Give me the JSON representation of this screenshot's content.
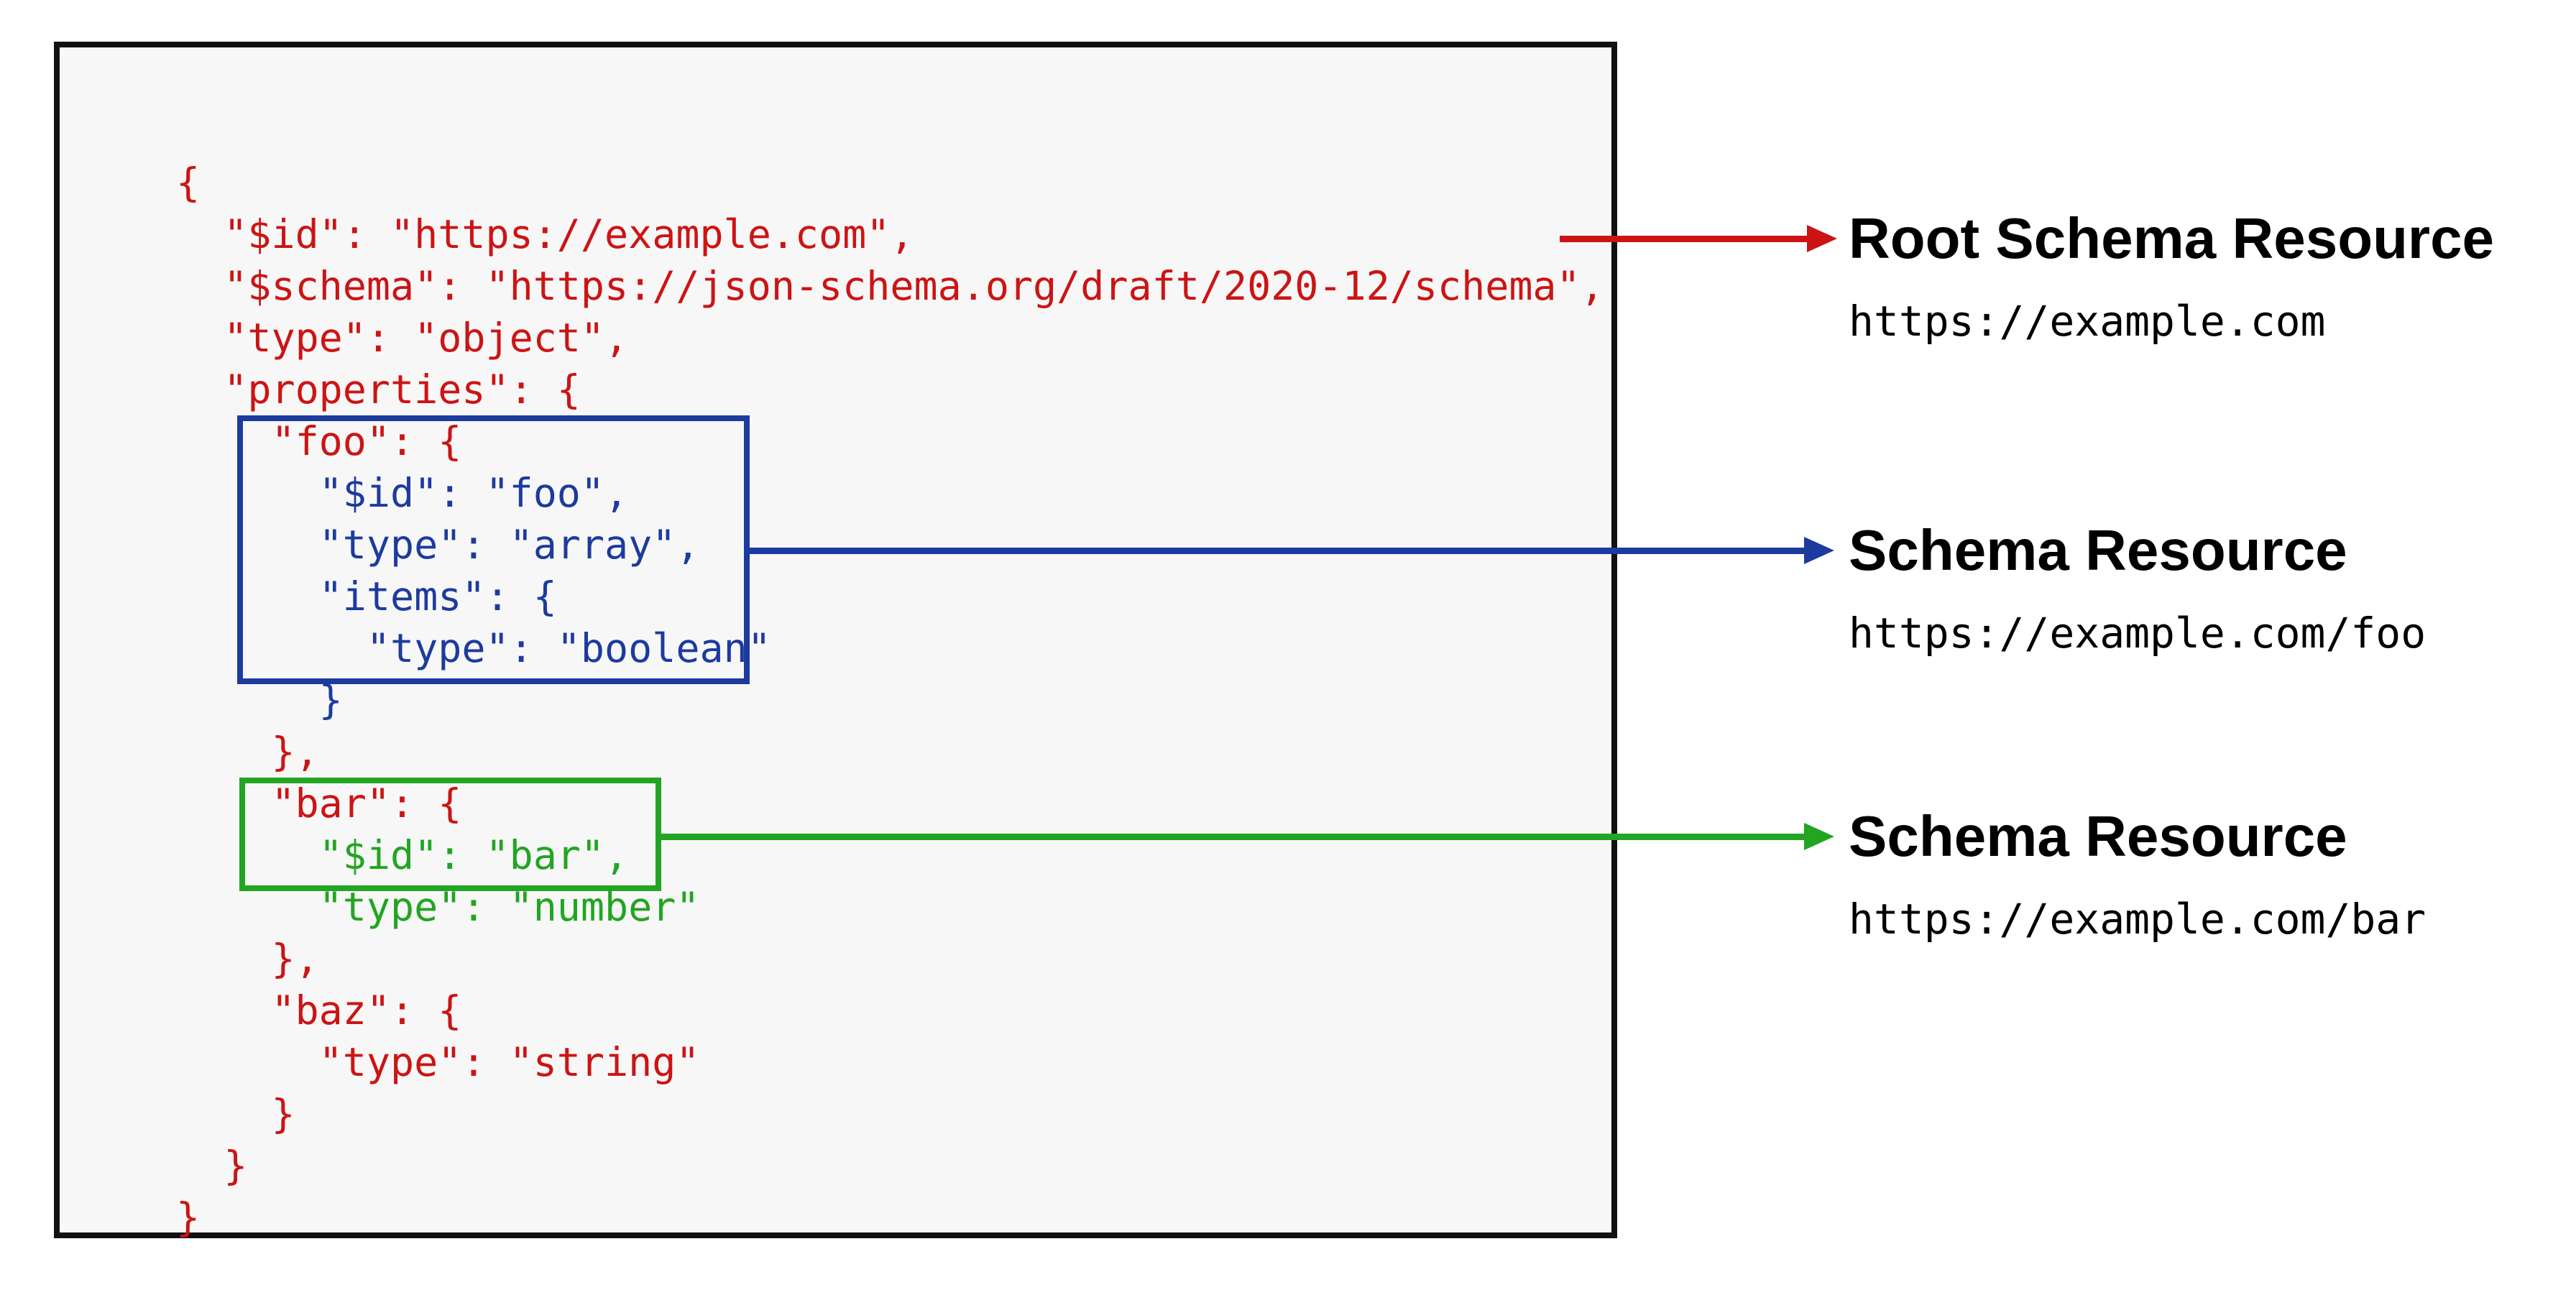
{
  "diagram": {
    "colors": {
      "code_red": "#cc1414",
      "schema_resource_blue": "#1d3b9e",
      "schema_resource_green": "#22a522",
      "panel_background": "#f7f7f7",
      "panel_border": "#111111"
    },
    "code_lines": [
      {
        "text": "{",
        "color": "red"
      },
      {
        "text": "  \"$id\": \"https://example.com\",",
        "color": "red"
      },
      {
        "text": "  \"$schema\": \"https://json-schema.org/draft/2020-12/schema\",",
        "color": "red"
      },
      {
        "text": "  \"type\": \"object\",",
        "color": "red"
      },
      {
        "text": "  \"properties\": {",
        "color": "red"
      },
      {
        "text": "    \"foo\": {",
        "color": "red"
      },
      {
        "text": "      \"$id\": \"foo\",",
        "color": "blue"
      },
      {
        "text": "      \"type\": \"array\",",
        "color": "blue"
      },
      {
        "text": "      \"items\": {",
        "color": "blue"
      },
      {
        "text": "        \"type\": \"boolean\"",
        "color": "blue"
      },
      {
        "text": "      }",
        "color": "blue"
      },
      {
        "text": "    },",
        "color": "red"
      },
      {
        "text": "    \"bar\": {",
        "color": "red"
      },
      {
        "text": "      \"$id\": \"bar\",",
        "color": "green"
      },
      {
        "text": "      \"type\": \"number\"",
        "color": "green"
      },
      {
        "text": "    },",
        "color": "red"
      },
      {
        "text": "    \"baz\": {",
        "color": "red"
      },
      {
        "text": "      \"type\": \"string\"",
        "color": "red"
      },
      {
        "text": "    }",
        "color": "red"
      },
      {
        "text": "  }",
        "color": "red"
      },
      {
        "text": "}",
        "color": "red"
      }
    ],
    "annotations": [
      {
        "title": "Root Schema Resource",
        "uri": "https://example.com"
      },
      {
        "title": "Schema Resource",
        "uri": "https://example.com/foo"
      },
      {
        "title": "Schema Resource",
        "uri": "https://example.com/bar"
      }
    ]
  }
}
